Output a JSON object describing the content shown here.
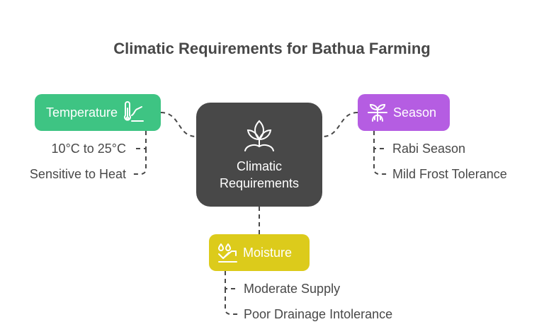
{
  "title": "Climatic Requirements for Bathua Farming",
  "center": {
    "line1": "Climatic",
    "line2": "Requirements",
    "icon": "plant-sprout-icon"
  },
  "nodes": {
    "temperature": {
      "label": "Temperature",
      "icon": "thermometer-icon",
      "color": "#3ec483",
      "items": [
        "10°C to 25°C",
        "Sensitive to Heat"
      ]
    },
    "season": {
      "label": "Season",
      "icon": "plant-roots-icon",
      "color": "#b55de2",
      "items": [
        "Rabi Season",
        "Mild Frost Tolerance"
      ]
    },
    "moisture": {
      "label": "Moisture",
      "icon": "water-drops-icon",
      "color": "#dccb1b",
      "items": [
        "Moderate Supply",
        "Poor Drainage Intolerance"
      ]
    }
  },
  "center_color": "#484848",
  "connector_color": "#484848"
}
